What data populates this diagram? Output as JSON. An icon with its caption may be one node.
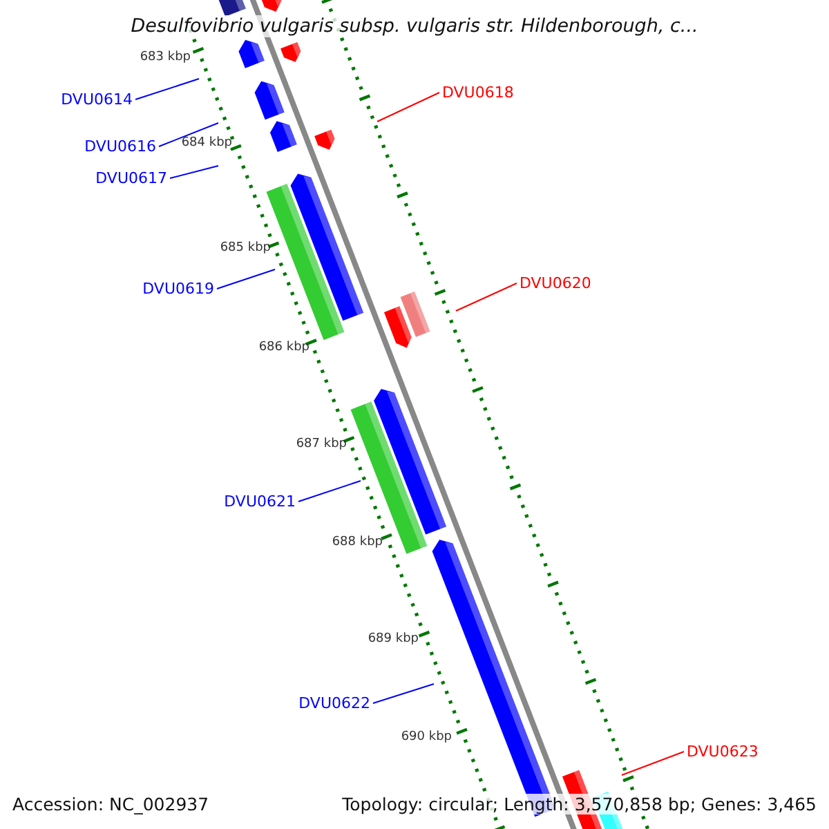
{
  "diagram": {
    "title": "Desulfovibrio vulgaris subsp. vulgaris str. Hildenborough, c...",
    "nodes": [
      {
        "text": [
          "DVU0618"
        ]
      },
      {
        "text": [
          "DVU0614"
        ]
      },
      {
        "text": [
          "DVU0616"
        ]
      },
      {
        "text": [
          "DVU0617"
        ]
      },
      {
        "text": [
          "DVU0620"
        ]
      },
      {
        "text": [
          "DVU0619"
        ]
      },
      {
        "text": [
          "DVU0621"
        ]
      },
      {
        "text": [
          "DVU0622"
        ]
      },
      {
        "text": [
          "DVU0623"
        ]
      }
    ],
    "edges": [
      {
        "from": 0,
        "to": null,
        "arrow": "none",
        "color": "#ff0000"
      },
      {
        "from": 1,
        "to": null,
        "arrow": "none"
      },
      {
        "from": 2,
        "to": null,
        "arrow": "none"
      },
      {
        "from": 3,
        "to": null,
        "arrow": "none"
      },
      {
        "from": 4,
        "to": null,
        "arrow": "none",
        "color": "#ff0000"
      },
      {
        "from": 5,
        "to": null,
        "arrow": "none"
      },
      {
        "from": 6,
        "to": null,
        "arrow": "none"
      },
      {
        "from": 7,
        "to": null,
        "arrow": "none"
      },
      {
        "from": 8,
        "to": null,
        "arrow": "none",
        "color": "#ff0000"
      }
    ],
    "labels": [
      "683 kbp",
      "684 kbp",
      "685 kbp",
      "686 kbp",
      "687 kbp",
      "688 kbp",
      "689 kbp",
      "690 kbp",
      "Accession: NC_002937",
      "Topology: circular; Length: 3,570,858 bp; Genes: 3,465"
    ]
  }
}
